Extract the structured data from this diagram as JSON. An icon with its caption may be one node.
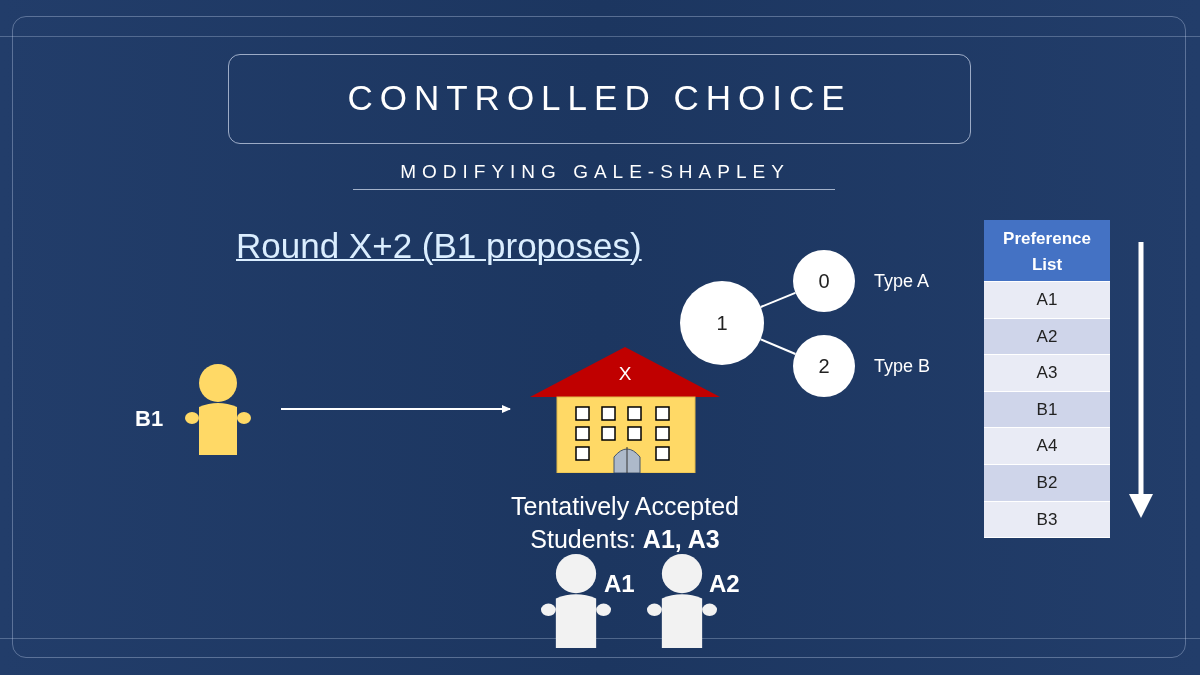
{
  "diagram": {
    "title": "CONTROLLED CHOICE",
    "nodes": [
      {
        "text": [],
        "shape": "person",
        "beside": [
          "B1"
        ]
      },
      {
        "text": [
          "X"
        ]
      },
      {
        "text": [
          "1"
        ]
      },
      {
        "text": [
          "0"
        ],
        "beside": [
          "Type A"
        ]
      },
      {
        "text": [
          "2"
        ],
        "beside": [
          "Type B"
        ]
      },
      {
        "text": [],
        "shape": "person",
        "beside": [
          "A1"
        ]
      },
      {
        "text": [],
        "shape": "person",
        "beside": [
          "A2"
        ]
      }
    ],
    "edges": [
      {
        "from": 0,
        "to": 1,
        "arrow": "to"
      },
      {
        "from": 2,
        "to": 3,
        "arrow": "none"
      },
      {
        "from": 2,
        "to": 4,
        "arrow": "none"
      }
    ],
    "labels": [
      "MODIFYING GALE-SHAPLEY",
      "Round X+2 (B1 proposes)",
      "Tentatively Accepted Students: **A1, A3**",
      "Preference List",
      "A1",
      "A2",
      "A3",
      "B1",
      "A4",
      "B2",
      "B3"
    ]
  }
}
